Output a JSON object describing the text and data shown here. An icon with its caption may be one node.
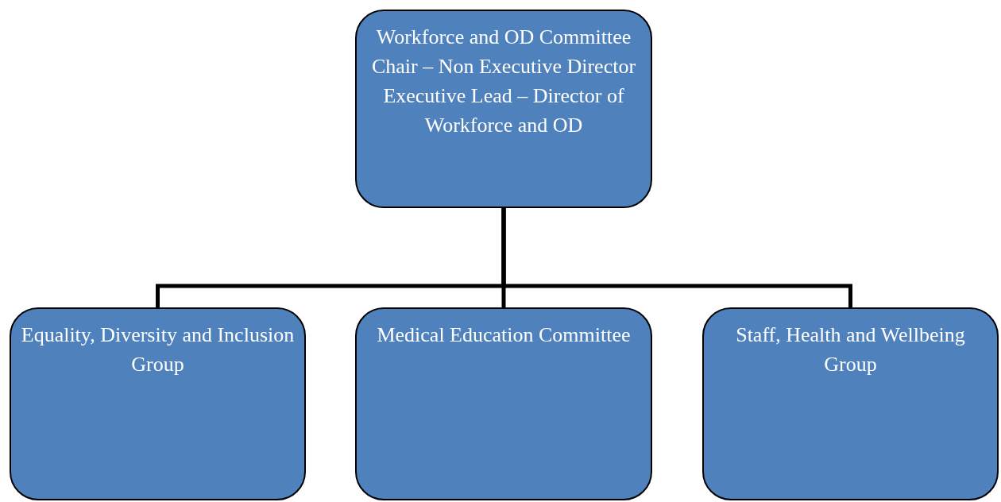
{
  "diagram": {
    "nodes": [
      {
        "text": [
          "Workforce and OD Committee",
          "Chair – Non Executive Director",
          "Executive Lead – Director of Workforce and OD"
        ]
      },
      {
        "text": [
          "Equality, Diversity and Inclusion Group"
        ]
      },
      {
        "text": [
          "Medical Education Committee"
        ]
      },
      {
        "text": [
          "Staff, Health and Wellbeing Group"
        ]
      }
    ],
    "edges": [
      {
        "from": 0,
        "to": 1,
        "arrow": "none"
      },
      {
        "from": 0,
        "to": 2,
        "arrow": "none"
      },
      {
        "from": 0,
        "to": 3,
        "arrow": "none"
      }
    ]
  }
}
